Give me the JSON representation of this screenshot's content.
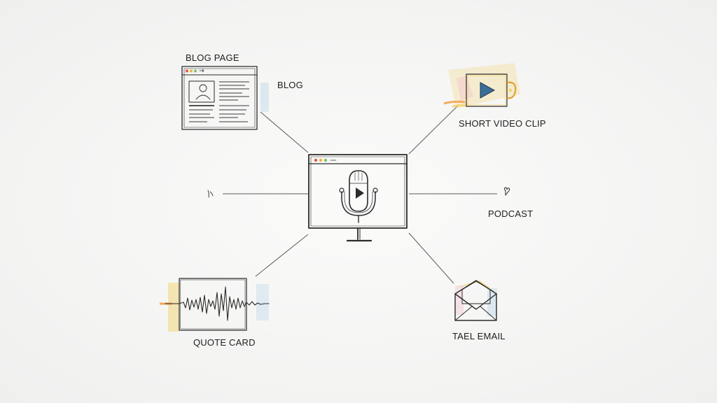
{
  "diagram": {
    "labels": {
      "blog_page": "BLOG PAGE",
      "blog": "BLOG",
      "short_video_clip": "SHORT VIDEO CLIP",
      "podcast": "PODCAST",
      "quote_card": "QUOTE CARD",
      "email": "TAEL EMAIL"
    },
    "icons": {
      "center": "podcast-microphone-monitor-icon",
      "blog": "blog-page-window-icon",
      "video": "video-play-icon",
      "quote": "audio-waveform-icon",
      "email": "open-envelope-icon"
    },
    "colors": {
      "ink": "#2b2b2b",
      "accent_yellow": "#f3d060",
      "accent_orange": "#f29a3c",
      "accent_blue": "#bcd6ea",
      "accent_pink": "#f1c3cf",
      "dot_red": "#e0584a",
      "dot_yellow": "#f2b43c",
      "dot_green": "#7cc06a"
    }
  }
}
